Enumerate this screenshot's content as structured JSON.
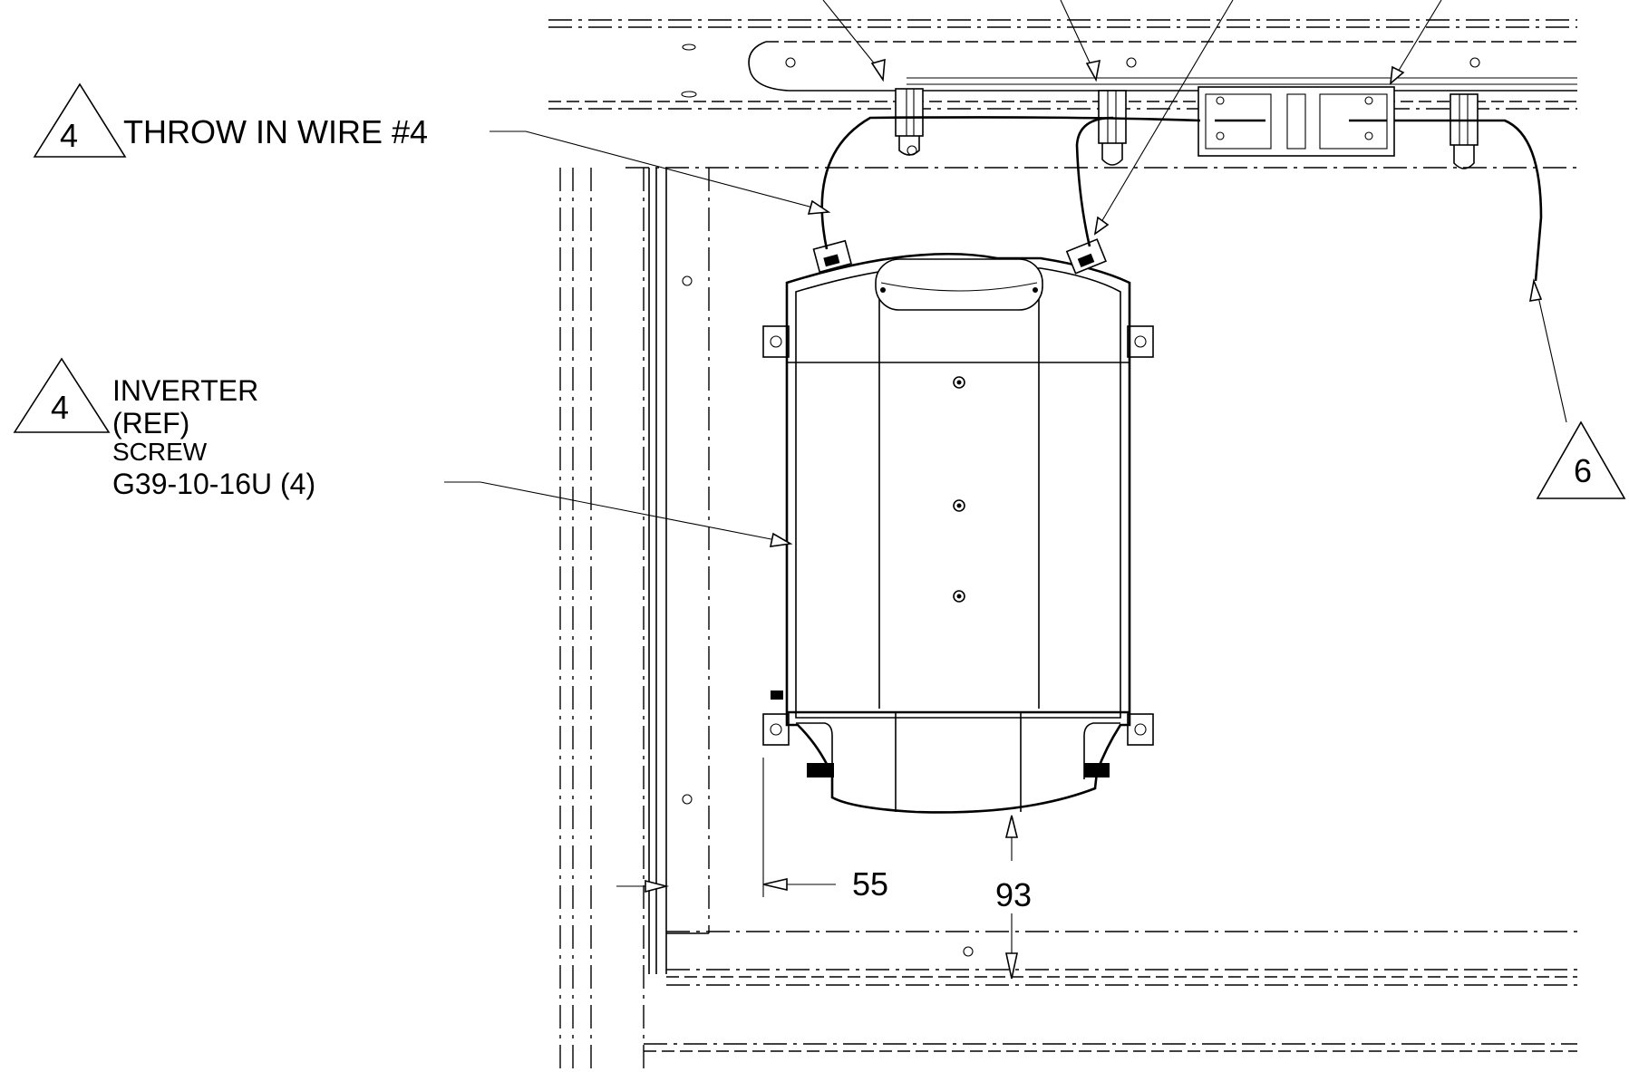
{
  "callouts": {
    "wire": {
      "tag": "4",
      "text": "THROW IN WIRE #4"
    },
    "inverter": {
      "tag": "4",
      "line1": "INVERTER",
      "line2": "(REF)",
      "line3": "SCREW",
      "line4": "G39-10-16U (4)"
    },
    "right": {
      "tag": "6"
    }
  },
  "dimensions": {
    "left_offset": "55",
    "bottom_offset": "93"
  }
}
